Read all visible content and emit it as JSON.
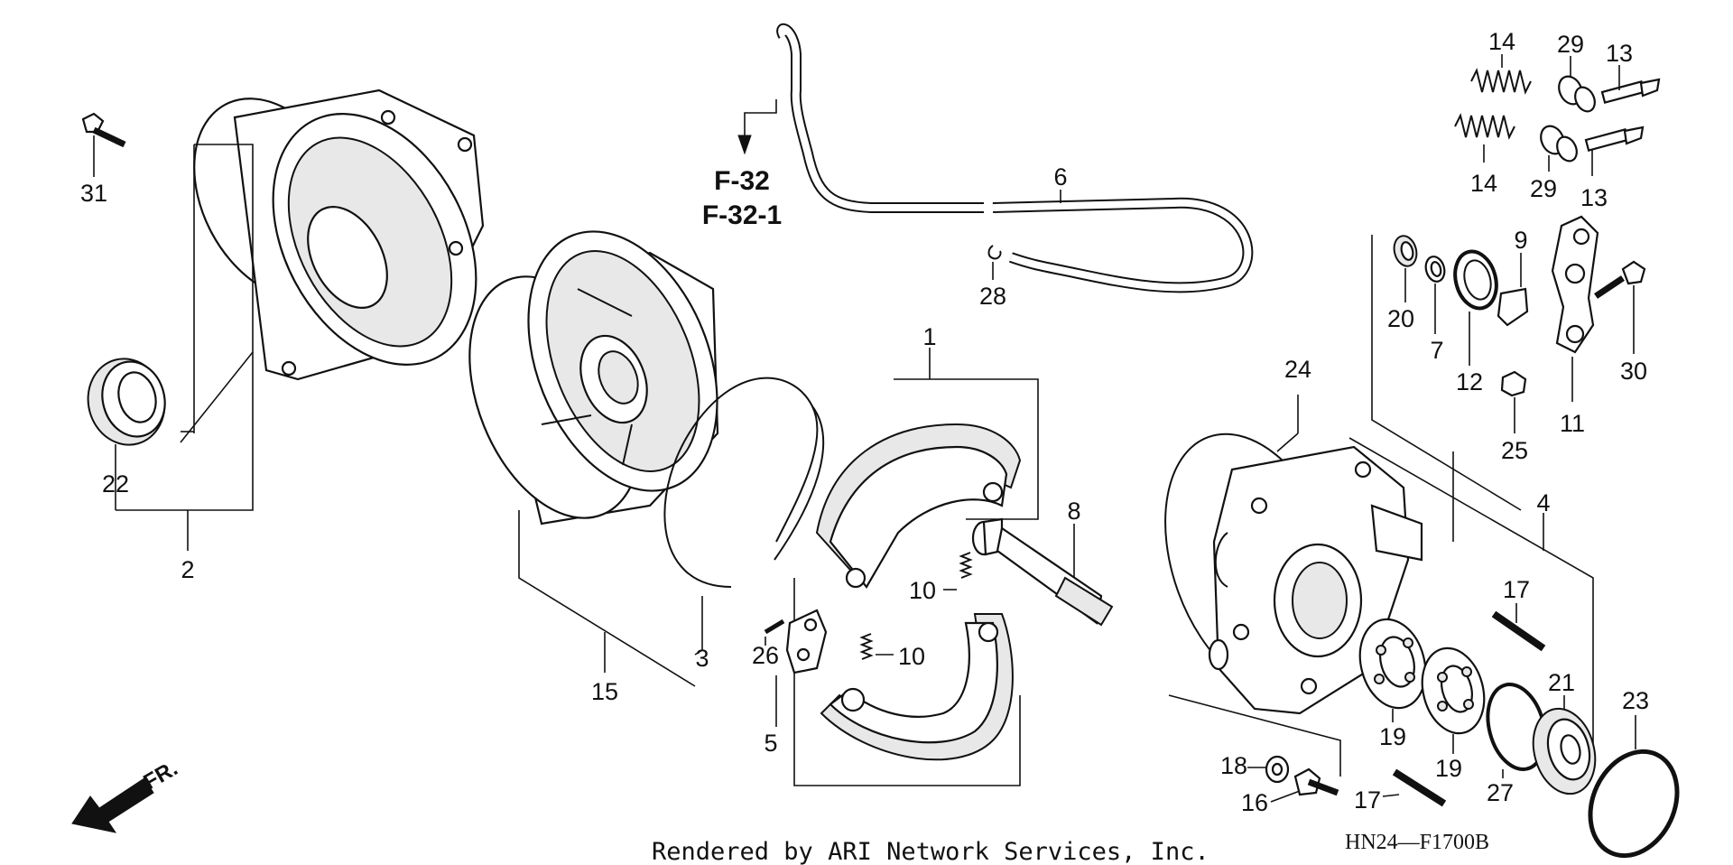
{
  "diagram": {
    "ref_labels": [
      "F-32",
      "F-32-1"
    ],
    "front_label": "FR.",
    "footer": "Rendered by ARI Network Services, Inc.",
    "diagram_code": "HN24—F1700B",
    "callouts": {
      "p1": "1",
      "p2": "2",
      "p3": "3",
      "p4": "4",
      "p5": "5",
      "p6": "6",
      "p7": "7",
      "p8": "8",
      "p9": "9",
      "p10a": "10",
      "p10b": "10",
      "p11": "11",
      "p12": "12",
      "p13a": "13",
      "p13b": "13",
      "p14a": "14",
      "p14b": "14",
      "p15": "15",
      "p16": "16",
      "p17a": "17",
      "p17b": "17",
      "p18": "18",
      "p19a": "19",
      "p19b": "19",
      "p20": "20",
      "p21": "21",
      "p22": "22",
      "p23": "23",
      "p24": "24",
      "p25": "25",
      "p26": "26",
      "p27": "27",
      "p28": "28",
      "p29a": "29",
      "p29b": "29",
      "p30": "30",
      "p31": "31"
    }
  }
}
